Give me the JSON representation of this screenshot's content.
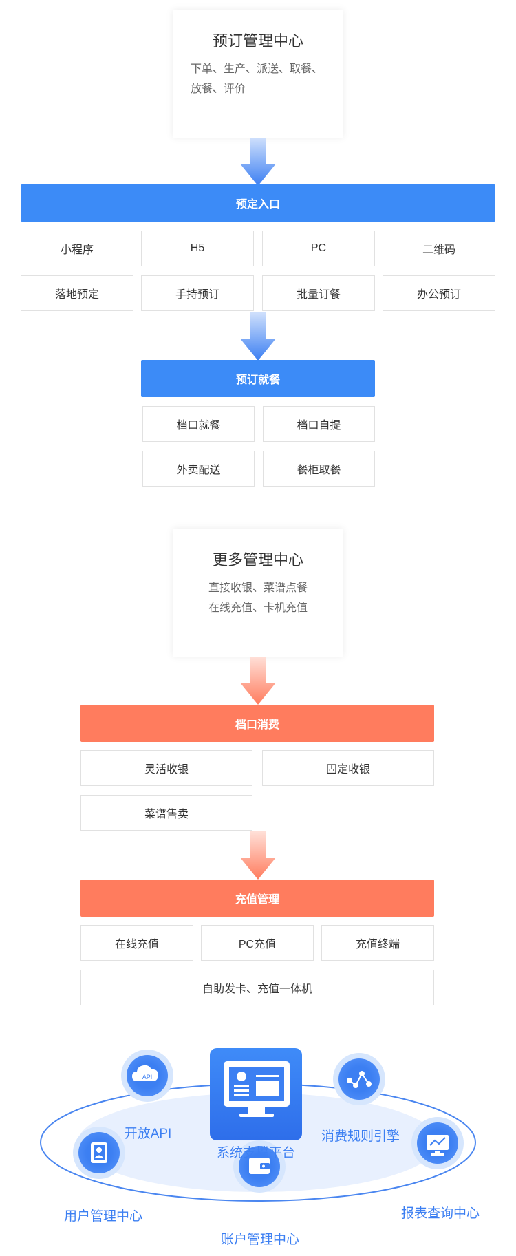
{
  "ordering": {
    "center_card": {
      "title": "预订管理中心",
      "desc": "下单、生产、派送、取餐、放餐、评价"
    },
    "entry_bar": "预定入口",
    "entry_items": [
      "小程序",
      "H5",
      "PC",
      "二维码",
      "落地预定",
      "手持预订",
      "批量订餐",
      "办公预订"
    ],
    "dine_bar": "预订就餐",
    "dine_items": [
      "档口就餐",
      "档口自提",
      "外卖配送",
      "餐柜取餐"
    ]
  },
  "more": {
    "center_card": {
      "title": "更多管理中心",
      "desc_line1": "直接收银、菜谱点餐",
      "desc_line2": "在线充值、卡机充值"
    },
    "consume_bar": "档口消费",
    "consume_items": [
      "灵活收银",
      "固定收银",
      "菜谱售卖"
    ],
    "recharge_bar": "充值管理",
    "recharge_items": [
      "在线充值",
      "PC充值",
      "充值终端"
    ],
    "recharge_wide": "自助发卡、充值一体机"
  },
  "platform": {
    "center_label": "系统支撑平台",
    "api_badge": "API",
    "nodes": [
      "开放API",
      "消费规则引擎",
      "用户管理中心",
      "账户管理中心",
      "报表查询中心"
    ],
    "icons": [
      "cloud-api-icon",
      "network-nodes-icon",
      "contact-book-icon",
      "wallet-icon",
      "chart-monitor-icon",
      "computer-screen-icon"
    ]
  },
  "colors": {
    "blue": "#3C8BF7",
    "orange": "#FF7C5E",
    "label": "#3C7FF2"
  }
}
